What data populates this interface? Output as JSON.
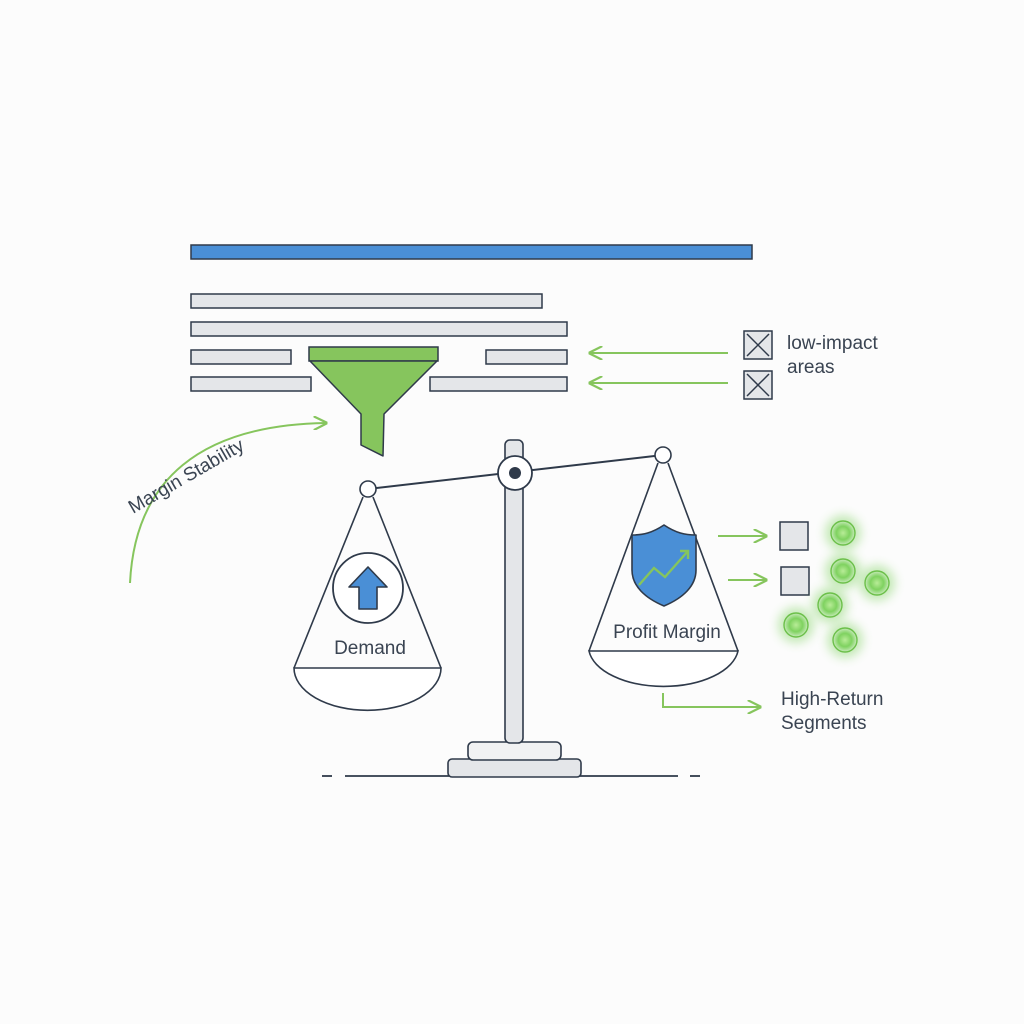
{
  "labels": {
    "low_impact_line1": "low-impact",
    "low_impact_line2": "areas",
    "margin_stability": "Margin Stability",
    "demand": "Demand",
    "profit_margin": "Profit Margin",
    "high_return_line1": "High-Return",
    "high_return_line2": "Segments"
  },
  "colors": {
    "outline": "#2f3a4a",
    "accent_blue": "#4a8fd6",
    "accent_green": "#86c55d",
    "glow_green": "#7fd260",
    "bar_fill": "#e4e6e9",
    "text": "#3a4452"
  },
  "icons": {
    "funnel": "funnel-icon",
    "up_arrow": "up-arrow-icon",
    "shield": "shield-trend-icon",
    "crossed_box": "crossed-box-icon"
  }
}
